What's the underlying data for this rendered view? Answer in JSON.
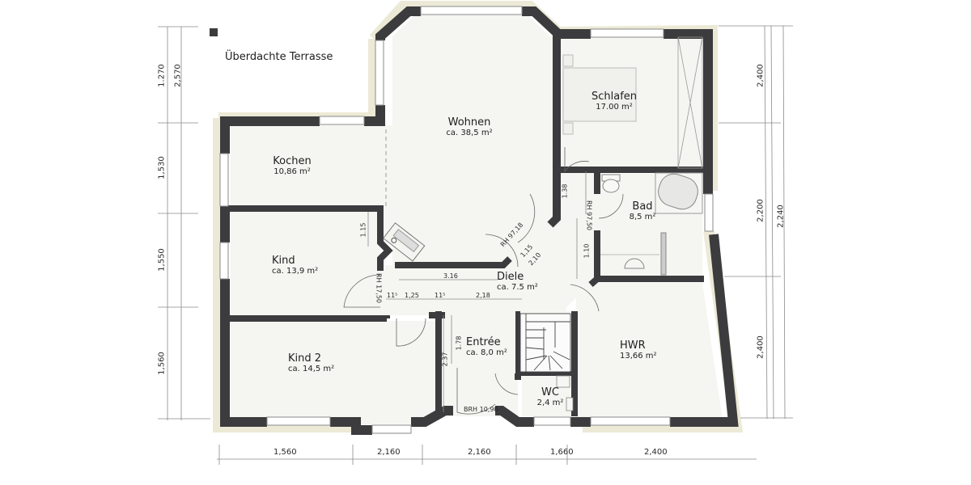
{
  "terrace": {
    "label": "Überdachte Terrasse"
  },
  "rooms": [
    {
      "id": "wohnen",
      "name": "Wohnen",
      "area": "ca. 38,5 m²"
    },
    {
      "id": "schlafen",
      "name": "Schlafen",
      "area": "17.00 m²"
    },
    {
      "id": "kochen",
      "name": "Kochen",
      "area": "10,86 m²"
    },
    {
      "id": "bad",
      "name": "Bad",
      "area": "8,5 m²"
    },
    {
      "id": "kind",
      "name": "Kind",
      "area": "ca. 13,9 m²"
    },
    {
      "id": "diele",
      "name": "Diele",
      "area": "ca. 7.5 m²"
    },
    {
      "id": "kind2",
      "name": "Kind 2",
      "area": "ca. 14,5 m²"
    },
    {
      "id": "entree",
      "name": "Entrée",
      "area": "ca. 8,0 m²"
    },
    {
      "id": "hwr",
      "name": "HWR",
      "area": "13,66 m²"
    },
    {
      "id": "wc",
      "name": "WC",
      "area": "2,4 m²"
    }
  ],
  "dimensions": {
    "left_inner": [
      "1.270"
    ],
    "left_outer": [
      "2,570",
      "1,530",
      "1,550",
      "1,560"
    ],
    "right_inner": [
      "2,400",
      "2,200",
      "2,400"
    ],
    "right_outer": [
      "2,240"
    ],
    "bottom": [
      "1,560",
      "2,160",
      "2,160",
      "1,660",
      "2,400"
    ],
    "interior": {
      "kind_115": "1.15",
      "diele_316": "3.16",
      "diele_125": "1,25",
      "diele_218": "2,18",
      "diag_115": "1,15",
      "diag_210": "2,10",
      "diag_rh": "RH 97,18",
      "bad_138": "1.38",
      "bad_rh": "RH 97,50",
      "bad_110": "1.10",
      "entree_178": "1.78",
      "entree_237": "2.37",
      "entree_brh": "BRH 10,90",
      "kind_rh": "RH 17,50",
      "small_11a": "11⁵",
      "small_11b": "11⁵"
    }
  },
  "colors": {
    "wall": "#3c3c3e",
    "wall_outline": "#ecead6",
    "floor": "#f5f5f1",
    "line": "#555555"
  }
}
